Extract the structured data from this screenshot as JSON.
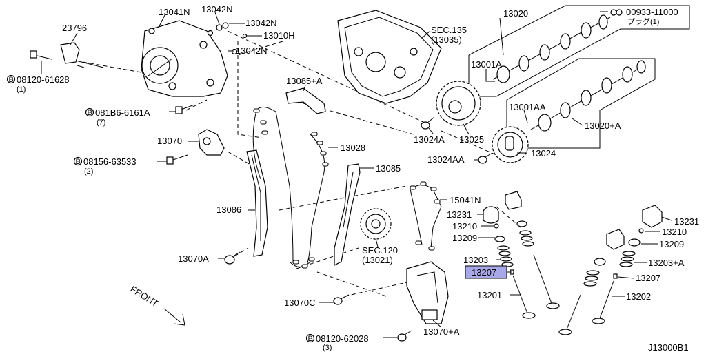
{
  "diagram": {
    "drawing_code": "J13000B1",
    "front_label": "FRONT",
    "highlight_color": "#a8a8e8",
    "labels": {
      "p23796": "23796",
      "p13041N": "13041N",
      "p13042N_a": "13042N",
      "p13042N_b": "13042N",
      "p13042N_c": "13042N",
      "p13010H": "13010H",
      "b08120_61628": "08120-61628",
      "b08120_61628_qty": "(1)",
      "b081B6_6161A": "081B6-6161A",
      "b081B6_6161A_qty": "(7)",
      "p13070": "13070",
      "b08156_63533": "08156-63533",
      "b08156_63533_qty": "(2)",
      "p13085A": "13085+A",
      "p13028": "13028",
      "p13085": "13085",
      "p13086": "13086",
      "p13070A": "13070A",
      "p13070C": "13070C",
      "b08120_62028": "08120-62028",
      "b08120_62028_qty": "(3)",
      "p13070pA": "13070+A",
      "sec135": "SEC.135",
      "sec135_ref": "(13035)",
      "sec120": "SEC.120",
      "sec120_ref": "(13021)",
      "p13020": "13020",
      "p00933": "00933-11000",
      "p00933_note": "プラグ(1)",
      "p13001A": "13001A",
      "p13001AA": "13001AA",
      "p13020A": "13020+A",
      "p13024A": "13024A",
      "p13025": "13025",
      "p13024AA": "13024AA",
      "p13024": "13024",
      "p15041N": "15041N",
      "p13231_l": "13231",
      "p13210_l": "13210",
      "p13209_l": "13209",
      "p13203": "13203",
      "p13207_l": "13207",
      "p13201": "13201",
      "p13231_r": "13231",
      "p13210_r": "13210",
      "p13209_r": "13209",
      "p13203A": "13203+A",
      "p13207_r": "13207",
      "p13202": "13202",
      "circle_b": "B"
    }
  }
}
